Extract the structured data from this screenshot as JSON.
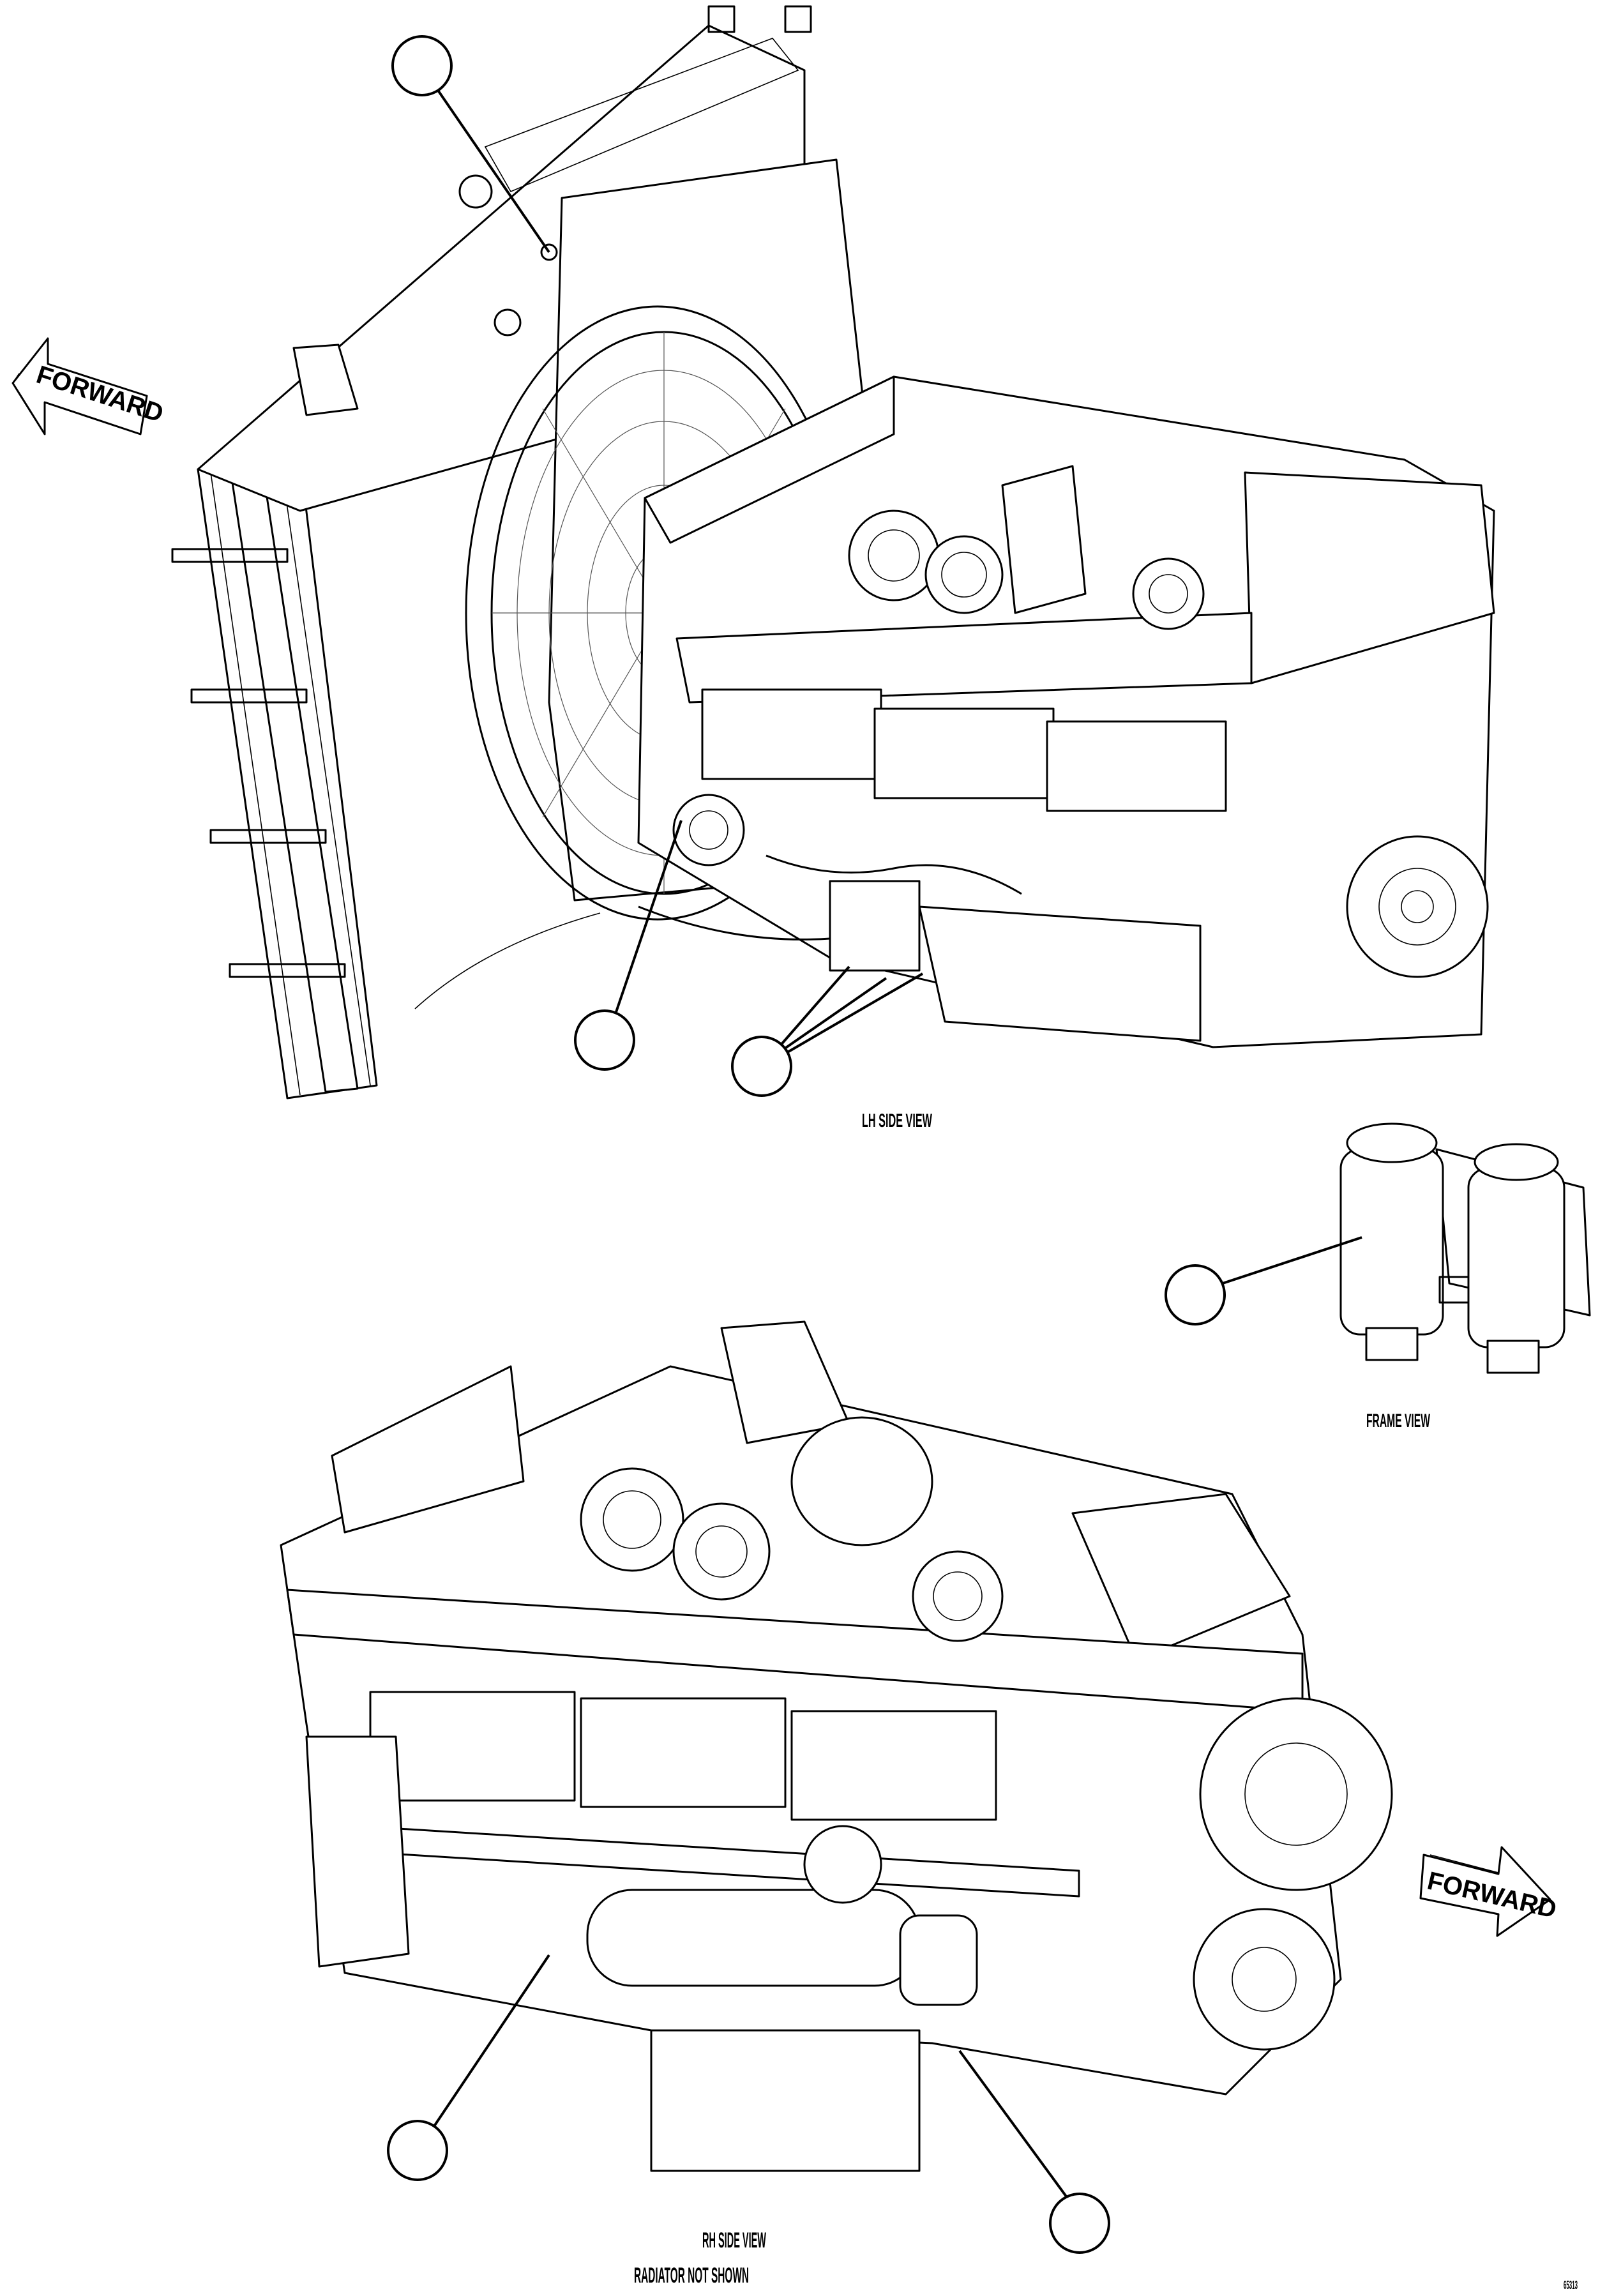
{
  "labels": {
    "forward_top": "FORWARD",
    "forward_bottom": "FORWARD",
    "lh_side_view": "LH SIDE VIEW",
    "frame_view": "FRAME VIEW",
    "rh_side_view": "RH SIDE VIEW",
    "radiator_not_shown": "RADIATOR NOT SHOWN",
    "figure_number": "65313"
  }
}
